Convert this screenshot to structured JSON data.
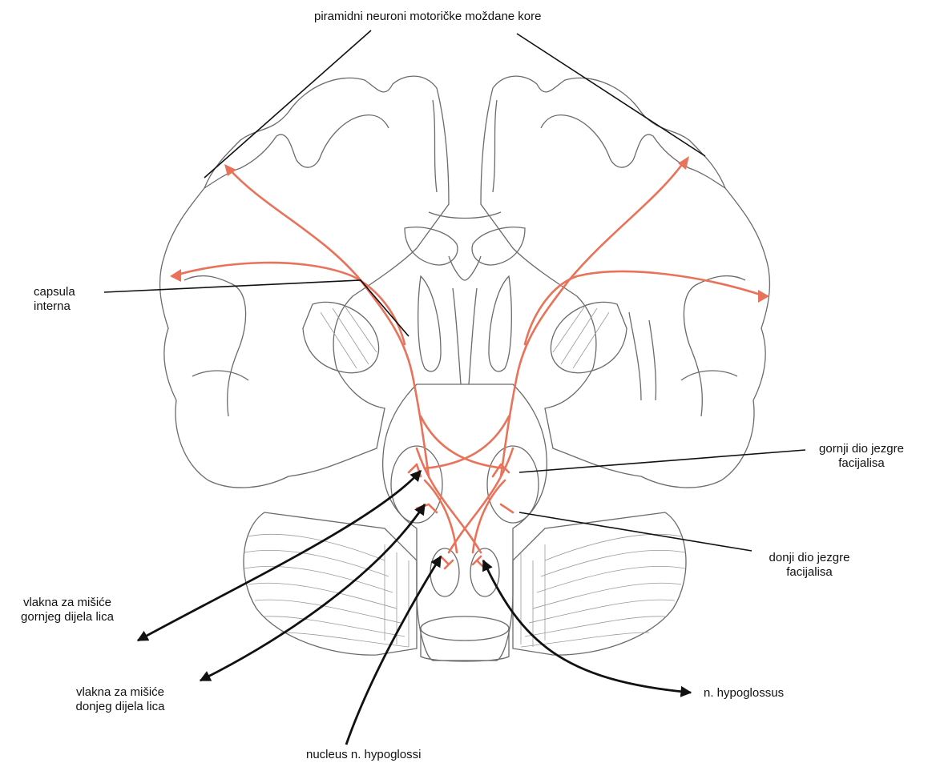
{
  "labels": {
    "top": "piramidni neuroni motoričke moždane kore",
    "capsula_1": "capsula",
    "capsula_2": "interna",
    "upper_nucleus_1": "gornji dio jezgre",
    "upper_nucleus_2": "facijalisa",
    "lower_nucleus_1": "donji dio jezgre",
    "lower_nucleus_2": "facijalisa",
    "upper_fibers_1": "vlakna za mišiće",
    "upper_fibers_2": "gornjeg dijela lica",
    "lower_fibers_1": "vlakna za mišiće",
    "lower_fibers_2": "donjeg dijela lica",
    "hypoglossus": "n. hypoglossus",
    "hypoglossi_nucleus": "nucleus n. hypoglossi"
  },
  "colors": {
    "tract": "#e8735a",
    "outline": "#6b6b6b",
    "leader": "#111111"
  }
}
